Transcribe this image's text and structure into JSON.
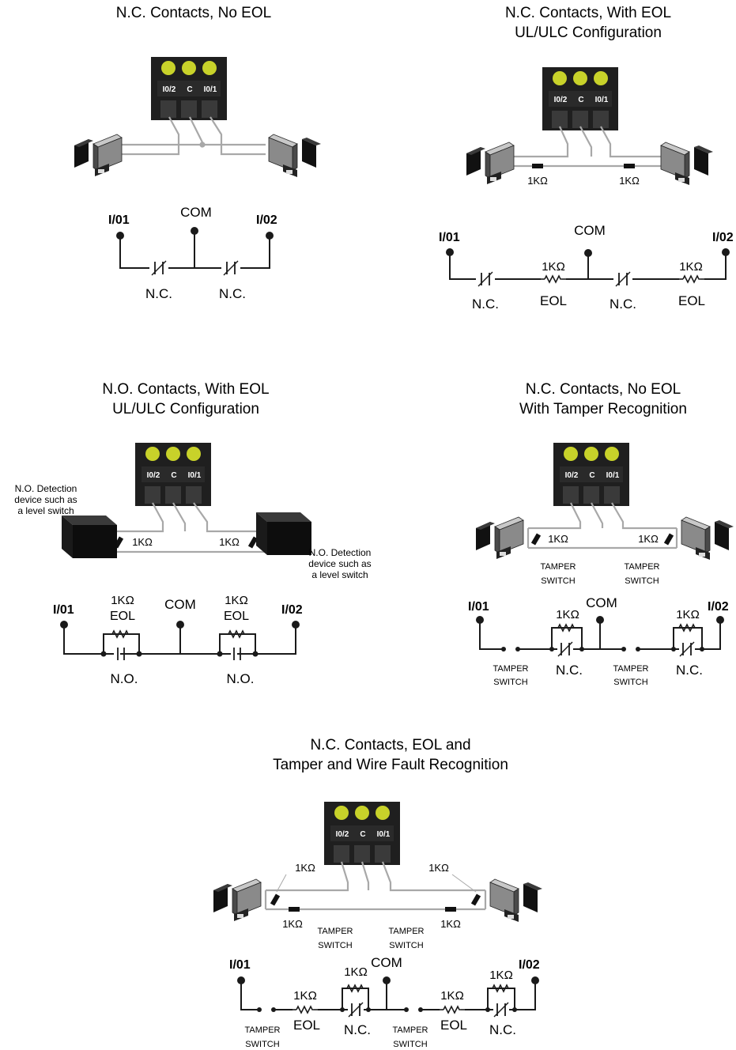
{
  "colors": {
    "ink": "#1a1a1a",
    "wire": "#a8a8a8",
    "screw": "#c8d22a",
    "block": "#1f1f1f",
    "sensor": "#8a8a8a"
  },
  "terminal": {
    "io2": "I0/2",
    "c": "C",
    "io1": "I0/1"
  },
  "labels": {
    "io01": "I/01",
    "io02": "I/02",
    "com": "COM",
    "nc": "N.C.",
    "no": "N.O.",
    "eol": "EOL",
    "ohm": "1KΩ",
    "tamper": "TAMPER",
    "switch": "SWITCH"
  },
  "panels": {
    "a": {
      "title1": "N.C. Contacts, No EOL"
    },
    "b": {
      "title1": "N.C. Contacts, With EOL",
      "title2": "UL/ULC Configuration"
    },
    "c": {
      "title1": "N.O. Contacts, With EOL",
      "title2": "UL/ULC Configuration",
      "device_left": [
        "N.O. Detection",
        "device such as",
        "a level switch"
      ],
      "device_right": [
        "N.O. Detection",
        "device such as",
        "a level switch"
      ]
    },
    "d": {
      "title1": "N.C. Contacts, No EOL",
      "title2": "With Tamper Recognition"
    },
    "e": {
      "title1": "N.C. Contacts, EOL and",
      "title2": "Tamper and Wire Fault Recognition"
    }
  }
}
